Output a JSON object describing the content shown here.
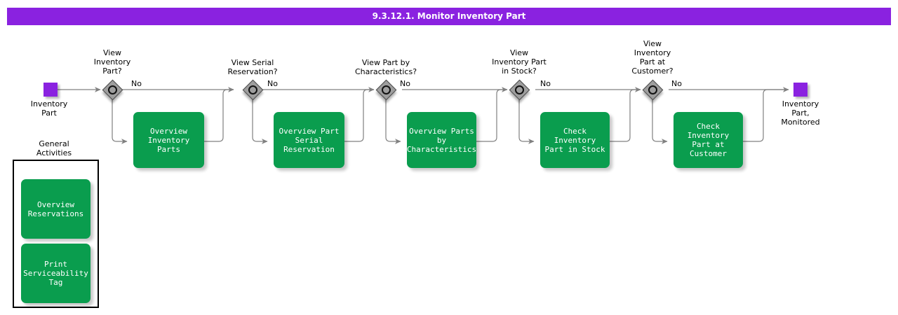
{
  "title": "9.3.12.1. Monitor Inventory Part",
  "colors": {
    "header_purple": "#8A22E0",
    "event_purple": "#8A22E0",
    "task_green": "#0A9D4E",
    "gateway_gray": "#9E9E9E",
    "connector_gray": "#808080",
    "text_dark": "#000000",
    "task_text": "#FFFFFF"
  },
  "start_event": {
    "name": "inventory-part-start",
    "label": "Inventory\nPart"
  },
  "end_event": {
    "name": "inventory-part-monitored-end",
    "label": "Inventory\nPart,\nMonitored"
  },
  "edge_label_no": "No",
  "gateways": [
    {
      "id": "gw1",
      "label": "View\nInventory\nPart?"
    },
    {
      "id": "gw2",
      "label": "View Serial\nReservation?"
    },
    {
      "id": "gw3",
      "label": "View Part by\nCharacteristics?"
    },
    {
      "id": "gw4",
      "label": "View\nInventory Part\nin Stock?"
    },
    {
      "id": "gw5",
      "label": "View\nInventory\nPart at\nCustomer?"
    }
  ],
  "tasks": [
    {
      "id": "t1",
      "label": "Overview\nInventory Parts"
    },
    {
      "id": "t2",
      "label": "Overview Part\nSerial\nReservation"
    },
    {
      "id": "t3",
      "label": "Overview Parts\nby\nCharacteristics"
    },
    {
      "id": "t4",
      "label": "Check Inventory\nPart in Stock"
    },
    {
      "id": "t5",
      "label": "Check Inventory\nPart at\nCustomer"
    }
  ],
  "general_activities": {
    "title": "General\nActivities",
    "tasks": [
      {
        "id": "ga1",
        "label": "Overview\nReservations"
      },
      {
        "id": "ga2",
        "label": "Print\nServiceability\nTag"
      }
    ]
  }
}
